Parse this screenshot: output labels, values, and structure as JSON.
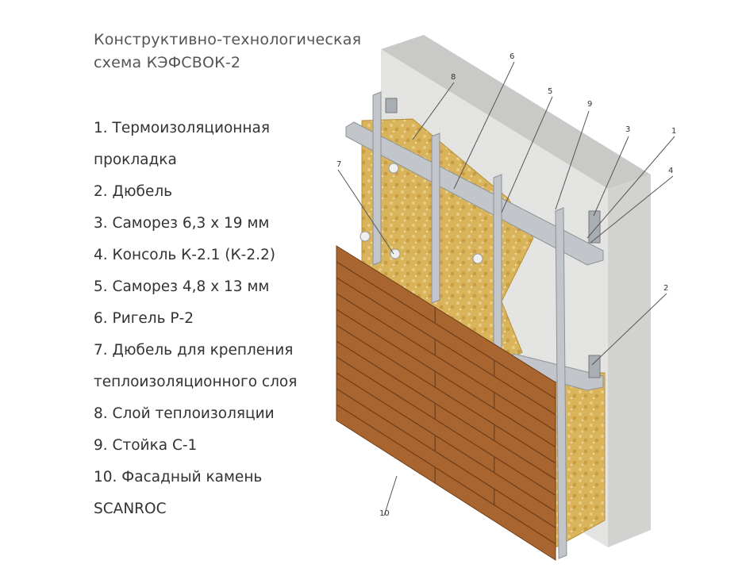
{
  "title": {
    "line1": "Конструктивно-технологическая",
    "line2": "схема КЭФСВОК-2"
  },
  "legend": [
    "1. Термоизоляционная",
    "прокладка",
    "2. Дюбель",
    "3. Саморез 6,3 х 19 мм",
    "4. Консоль К-2.1 (К-2.2)",
    "5. Саморез 4,8 х 13 мм",
    "6. Ригель Р-2",
    "7. Дюбель для крепления",
    "теплоизоляционного слоя",
    "8. Слой теплоизоляции",
    "9. Стойка С-1",
    "10. Фасадный камень",
    "SCANROC"
  ],
  "callouts": [
    "1",
    "2",
    "3",
    "4",
    "5",
    "6",
    "7",
    "8",
    "9",
    "10"
  ],
  "colors": {
    "concrete": "#e4e4e2",
    "concrete_top": "#c9c9c7",
    "concrete_side": "#d2d2d0",
    "insulation": "#d9b45a",
    "insulation_dark": "#b98f3a",
    "metal": "#c2c6cb",
    "metal_dark": "#8d9298",
    "cladding": "#a8652f",
    "cladding_line": "#6e3d18"
  }
}
